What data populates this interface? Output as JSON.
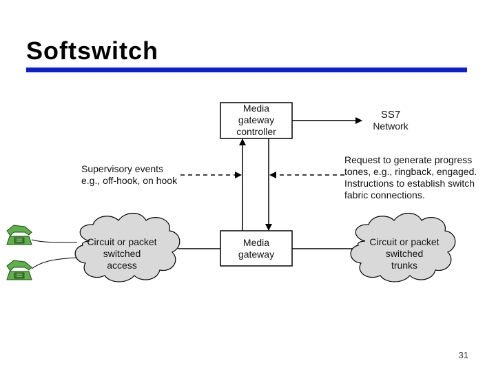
{
  "slide": {
    "title": "Softswitch",
    "page_number": "31"
  },
  "diagram": {
    "mgc_box": [
      "Media",
      "gateway",
      "controller"
    ],
    "ss7": [
      "SS7",
      "Network"
    ],
    "supervisory": [
      "Supervisory events",
      "e.g., off-hook, on hook"
    ],
    "request": [
      "Request to generate progress",
      "tones, e.g., ringback, engaged.",
      "Instructions to establish switch",
      "fabric connections."
    ],
    "access_cloud": [
      "Circuit or packet",
      "switched",
      "access"
    ],
    "media_gateway": [
      "Media",
      "gateway"
    ],
    "trunks_cloud": [
      "Circuit or packet",
      "switched",
      "trunks"
    ]
  },
  "colors": {
    "title_rule": "#0b1fd1",
    "cloud_fill": "#d9d9d9",
    "phone_green": "#5fb04a"
  },
  "icons": [
    "telephone-icon",
    "telephone-icon"
  ]
}
